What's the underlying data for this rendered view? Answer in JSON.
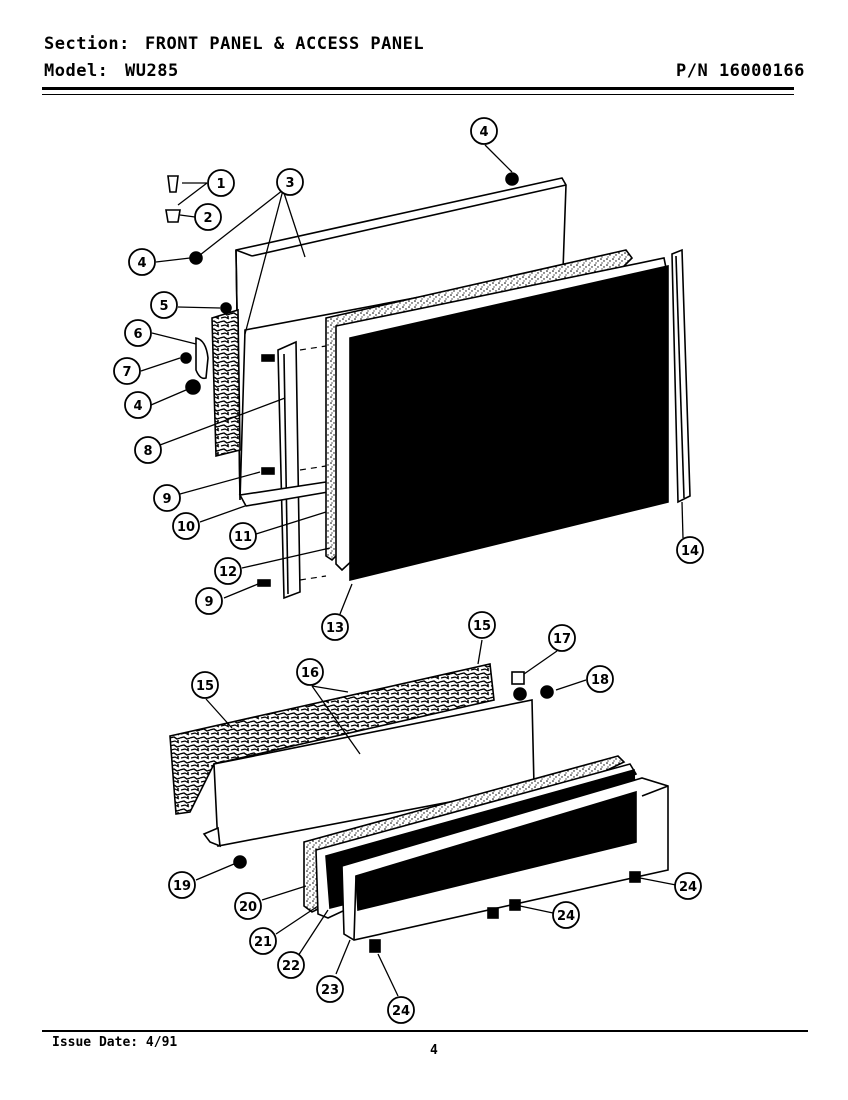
{
  "header": {
    "section_label": "Section:",
    "section_title": "FRONT PANEL & ACCESS PANEL",
    "model_label": "Model:",
    "model_value": "WU285",
    "part_number": "P/N 16000166"
  },
  "callouts": {
    "n1": "1",
    "n2": "2",
    "n3": "3",
    "n4a": "4",
    "n4b": "4",
    "n4c": "4",
    "n5": "5",
    "n6": "6",
    "n7": "7",
    "n8": "8",
    "n9a": "9",
    "n9b": "9",
    "n10": "10",
    "n11": "11",
    "n12": "12",
    "n13": "13",
    "n14": "14",
    "n15a": "15",
    "n15b": "15",
    "n16": "16",
    "n17": "17",
    "n18": "18",
    "n19": "19",
    "n20": "20",
    "n21": "21",
    "n22": "22",
    "n23": "23",
    "n24a": "24",
    "n24b": "24",
    "n24c": "24"
  },
  "footer": {
    "issue_date": "Issue Date: 4/91",
    "page_number": "4"
  }
}
